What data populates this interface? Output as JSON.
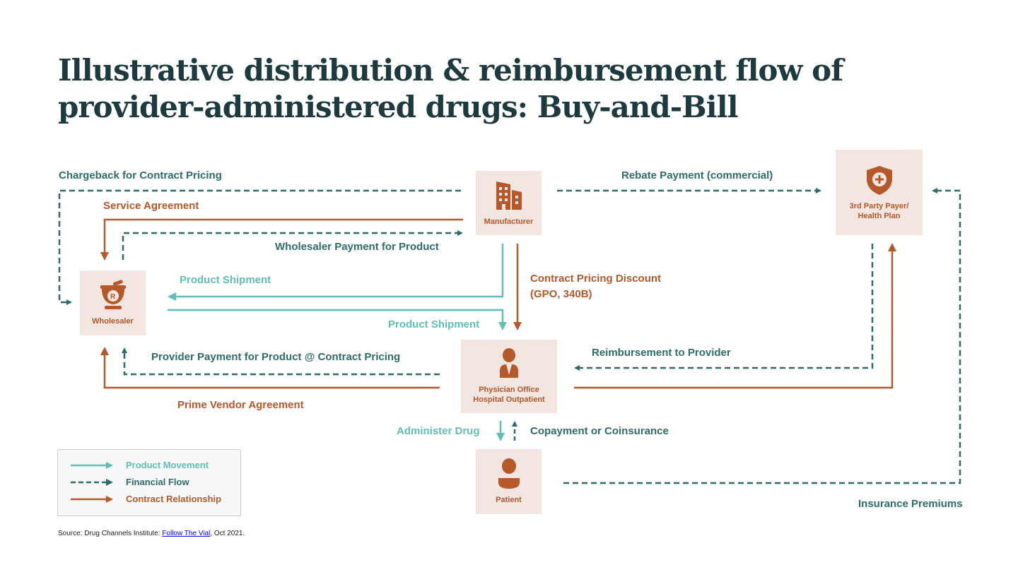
{
  "title": "Illustrative distribution & reimbursement flow of provider-administered drugs: Buy-and-Bill",
  "nodes": {
    "manufacturer": "Manufacturer",
    "payer_line1": "3rd Party Payer/",
    "payer_line2": "Health Plan",
    "wholesaler": "Wholesaler",
    "provider_line1": "Physician Office",
    "provider_line2": "Hospital Outpatient",
    "patient": "Patient"
  },
  "flows": {
    "chargeback": "Chargeback for Contract Pricing",
    "service": "Service Agreement",
    "wholesaler_payment": "Wholesaler Payment for Product",
    "rebate": "Rebate Payment (commercial)",
    "shipment1": "Product Shipment",
    "shipment2": "Product Shipment",
    "contract_discount_1": "Contract Pricing Discount",
    "contract_discount_2": "(GPO, 340B)",
    "reimbursement": "Reimbursement to Provider",
    "provider_payment": "Provider Payment for Product @ Contract Pricing",
    "prime_vendor": "Prime Vendor Agreement",
    "administer": "Administer Drug",
    "copay": "Copayment or Coinsurance",
    "premiums": "Insurance Premiums"
  },
  "legend": {
    "product": "Product Movement",
    "financial": "Financial Flow",
    "contract": "Contract Relationship"
  },
  "source": {
    "prefix": "Source: Drug Channels Institute: ",
    "link": "Follow The Vial",
    "suffix": ", Oct 2021."
  },
  "colors": {
    "financial": "#2e6b6b",
    "product": "#5fbfb5",
    "contract": "#b5582a",
    "box": "#f3e5e0",
    "title": "#1d3b3f"
  }
}
